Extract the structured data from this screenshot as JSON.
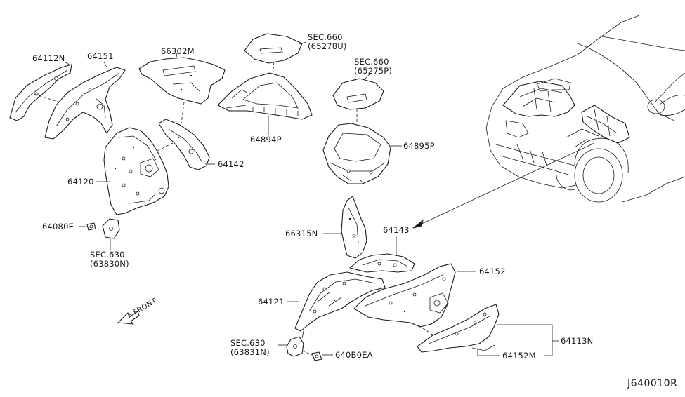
{
  "labels": {
    "p64112N": "64112N",
    "p64151": "64151",
    "p66302M": "66302M",
    "sec660a_line1": "SEC.660",
    "sec660a_line2": "(65278U)",
    "sec660b_line1": "SEC.660",
    "sec660b_line2": "(65275P)",
    "p64142": "64142",
    "p64894P": "64894P",
    "p64895P": "64895P",
    "p64120": "64120",
    "p64080E": "64080E",
    "sec630a_line1": "SEC.630",
    "sec630a_line2": "(63830N)",
    "p66315N": "66315N",
    "p64143": "64143",
    "p64152": "64152",
    "p64121": "64121",
    "sec630b_line1": "SEC.630",
    "sec630b_line2": "(63831N)",
    "p640B0EA": "640B0EA",
    "p64113N": "64113N",
    "p64152M": "64152M",
    "front": "FRONT",
    "diagram_ref": "J640010R"
  },
  "colors": {
    "line": "#1a1a1a",
    "background": "#ffffff"
  }
}
